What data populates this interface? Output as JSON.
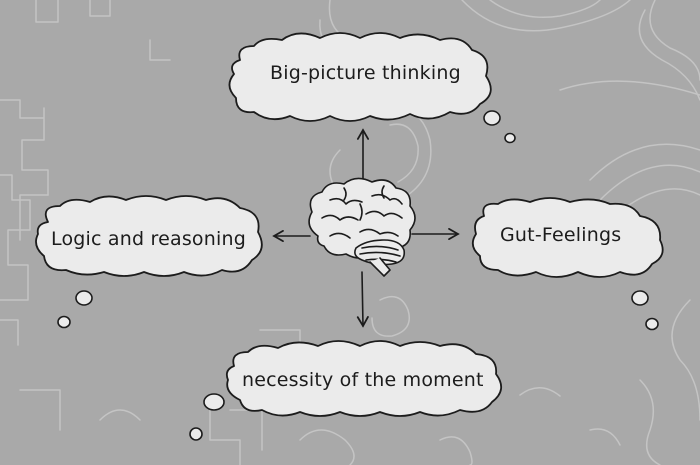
{
  "diagram": {
    "center": {
      "icon": "brain-icon"
    },
    "bubbles": {
      "top": {
        "label": "Big-picture thinking"
      },
      "left": {
        "label": "Logic and reasoning"
      },
      "right": {
        "label": "Gut-Feelings"
      },
      "bottom": {
        "label": "necessity of the moment"
      }
    }
  },
  "colors": {
    "background": "#a9a9a9",
    "bubble_fill": "#ebebeb",
    "stroke": "#1c1c1c",
    "doodle": "#c4c4c4"
  }
}
